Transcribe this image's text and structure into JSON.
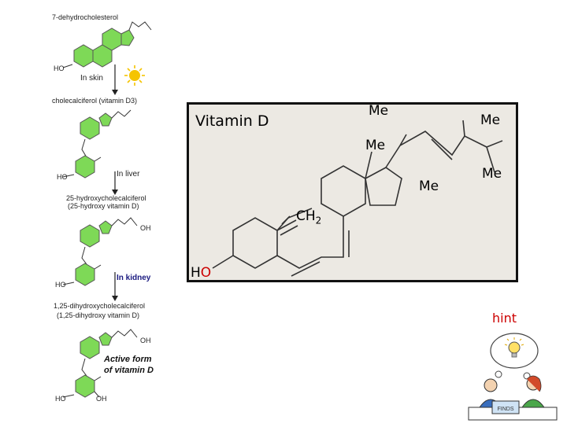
{
  "pathway": {
    "compound1": "7-dehydrocholesterol",
    "step1": "In skin",
    "compound2": "cholecalciferol (vitamin D3)",
    "step2": "In liver",
    "compound3_line1": "25-hydroxycholecalciferol",
    "compound3_line2": "(25-hydroxy vitamin D)",
    "step3": "In kidney",
    "compound4_line1": "1,25-dihydroxycholecalciferol",
    "compound4_line2": "(1,25-dihydroxy vitamin D)",
    "active_line1": "Active form",
    "active_line2": "of vitamin D",
    "ho": "HO",
    "oh": "OH"
  },
  "structure": {
    "title": "Vitamin D",
    "me": "Me",
    "ch": "CH",
    "sub2": "2",
    "h": "H",
    "o": "O"
  },
  "hint": {
    "label": "hint",
    "screen_text": "FINDS"
  },
  "colors": {
    "ring_fill": "#7ed957",
    "panel_bg": "#ece9e3",
    "hint_red": "#cc0000",
    "sun": "#f5c400"
  },
  "icons": [
    "sun-icon",
    "down-arrow-icon",
    "lightbulb-icon"
  ]
}
